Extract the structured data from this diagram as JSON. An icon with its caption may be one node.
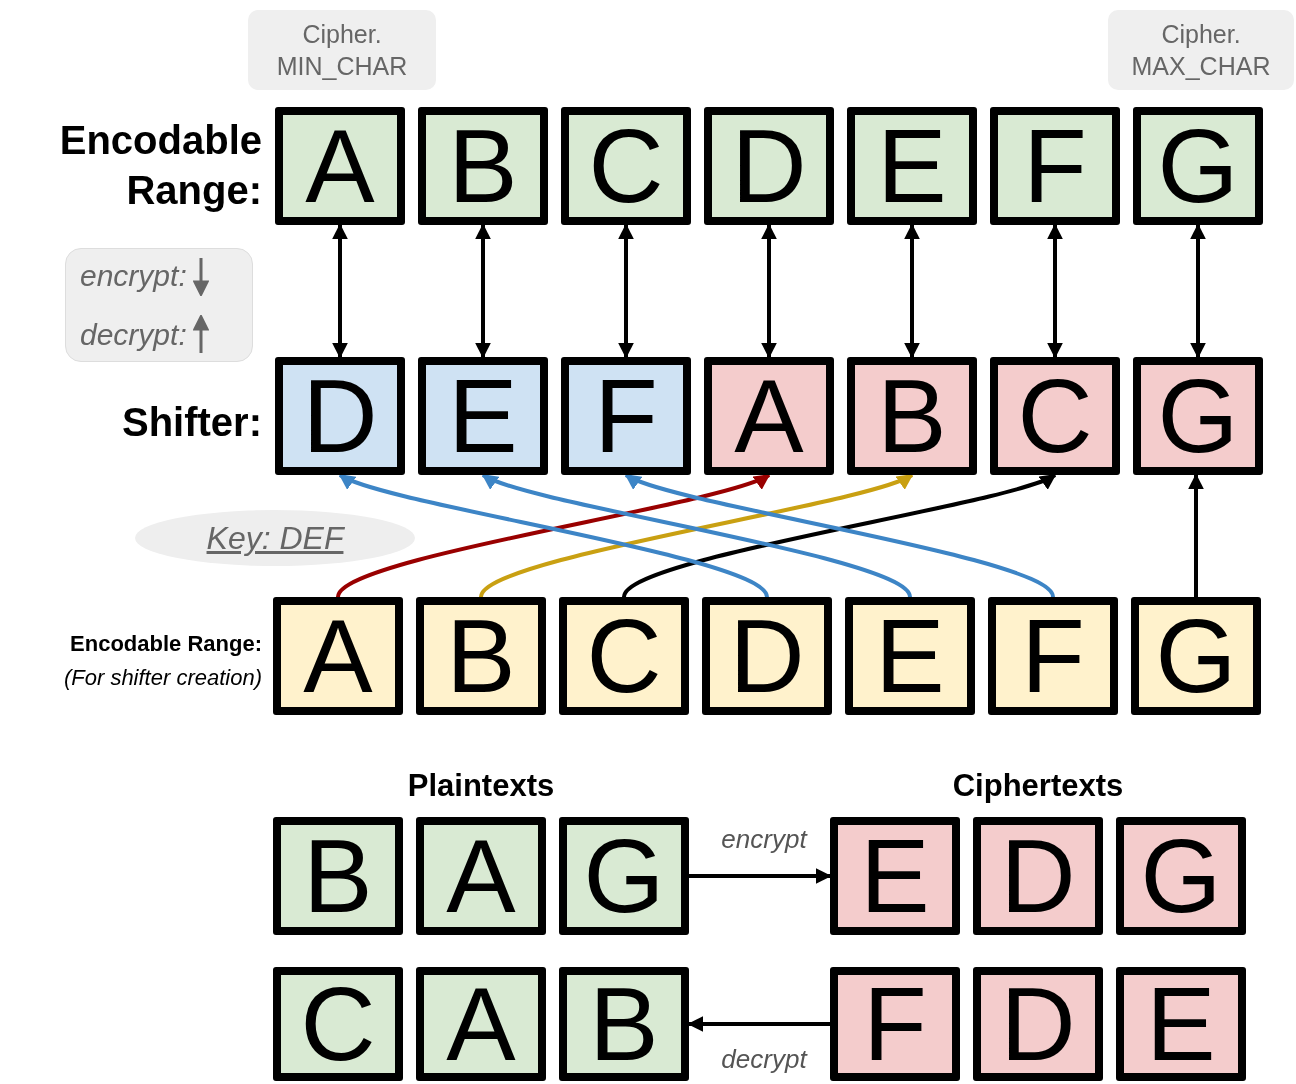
{
  "diagram": {
    "nodes": [
      {
        "text": [
          "A"
        ]
      },
      {
        "text": [
          "B"
        ]
      },
      {
        "text": [
          "C"
        ]
      },
      {
        "text": [
          "D"
        ]
      },
      {
        "text": [
          "E"
        ]
      },
      {
        "text": [
          "F"
        ]
      },
      {
        "text": [
          "G"
        ]
      },
      {
        "text": [
          "D"
        ]
      },
      {
        "text": [
          "E"
        ]
      },
      {
        "text": [
          "F"
        ]
      },
      {
        "text": [
          "A"
        ]
      },
      {
        "text": [
          "B"
        ]
      },
      {
        "text": [
          "C"
        ]
      },
      {
        "text": [
          "G"
        ]
      },
      {
        "text": [
          "A"
        ]
      },
      {
        "text": [
          "B"
        ]
      },
      {
        "text": [
          "C"
        ]
      },
      {
        "text": [
          "D"
        ]
      },
      {
        "text": [
          "E"
        ]
      },
      {
        "text": [
          "F"
        ]
      },
      {
        "text": [
          "G"
        ]
      },
      {
        "text": [
          "B"
        ]
      },
      {
        "text": [
          "A"
        ]
      },
      {
        "text": [
          "G"
        ]
      },
      {
        "text": [
          "E"
        ]
      },
      {
        "text": [
          "D"
        ]
      },
      {
        "text": [
          "G"
        ]
      },
      {
        "text": [
          "C"
        ]
      },
      {
        "text": [
          "A"
        ]
      },
      {
        "text": [
          "B"
        ]
      },
      {
        "text": [
          "F"
        ]
      },
      {
        "text": [
          "D"
        ]
      },
      {
        "text": [
          "E"
        ]
      },
      {
        "text": [
          "Cipher. MIN_CHAR"
        ]
      },
      {
        "text": [
          "Cipher. MAX_CHAR"
        ]
      },
      {
        "text": [
          "encrypt:",
          "decrypt:"
        ]
      },
      {
        "text": [
          "Key: DEF"
        ]
      }
    ],
    "edges": [
      {
        "from": 0,
        "to": 7,
        "arrow": "both"
      },
      {
        "from": 1,
        "to": 8,
        "arrow": "both"
      },
      {
        "from": 2,
        "to": 9,
        "arrow": "both"
      },
      {
        "from": 3,
        "to": 10,
        "arrow": "both"
      },
      {
        "from": 4,
        "to": 11,
        "arrow": "both"
      },
      {
        "from": 5,
        "to": 12,
        "arrow": "both"
      },
      {
        "from": 6,
        "to": 13,
        "arrow": "both"
      },
      {
        "from": 14,
        "to": 10,
        "arrow": "to",
        "color": "#990000"
      },
      {
        "from": 15,
        "to": 11,
        "arrow": "to",
        "color": "#c9a012"
      },
      {
        "from": 16,
        "to": 12,
        "arrow": "to"
      },
      {
        "from": 17,
        "to": 7,
        "arrow": "to",
        "color": "#3d85c6"
      },
      {
        "from": 18,
        "to": 8,
        "arrow": "to",
        "color": "#3d85c6"
      },
      {
        "from": 19,
        "to": 9,
        "arrow": "to",
        "color": "#3d85c6"
      },
      {
        "from": 20,
        "to": 13,
        "arrow": "to"
      },
      {
        "from": 23,
        "to": 24,
        "arrow": "to",
        "label": "encrypt"
      },
      {
        "from": 30,
        "to": 29,
        "arrow": "to",
        "label": "decrypt"
      }
    ],
    "labels": [
      "Encodable Range:",
      "Shifter:",
      "Encodable Range:",
      "(For shifter creation)",
      "Plaintexts",
      "Ciphertexts"
    ]
  }
}
